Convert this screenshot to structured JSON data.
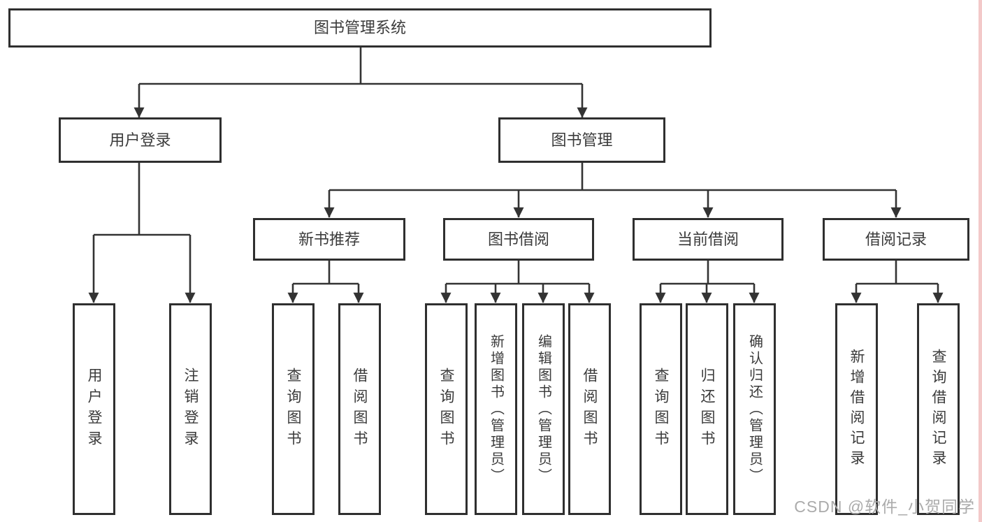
{
  "colors": {
    "line": "#333333",
    "box_border": "#2f2f2f",
    "box_background": "#ffffff",
    "text": "#3b3b3b",
    "watermark": "#ababab",
    "right_edge_strip": "#f3c9c9"
  },
  "watermark": {
    "text": "CSDN @软件_小贺同学"
  },
  "diagram": {
    "type": "tree",
    "root": {
      "label": "图书管理系统",
      "children": [
        {
          "label": "用户登录",
          "children": [
            {
              "label": "用户登录"
            },
            {
              "label": "注销登录"
            }
          ]
        },
        {
          "label": "图书管理",
          "children": [
            {
              "label": "新书推荐",
              "children": [
                {
                  "label": "查询图书"
                },
                {
                  "label": "借阅图书"
                }
              ]
            },
            {
              "label": "图书借阅",
              "children": [
                {
                  "label": "查询图书"
                },
                {
                  "label": "新增图书（管理员）"
                },
                {
                  "label": "编辑图书（管理员）"
                },
                {
                  "label": "借阅图书"
                }
              ]
            },
            {
              "label": "当前借阅",
              "children": [
                {
                  "label": "查询图书"
                },
                {
                  "label": "归还图书"
                },
                {
                  "label": "确认归还（管理员）"
                }
              ]
            },
            {
              "label": "借阅记录",
              "children": [
                {
                  "label": "新增借阅记录"
                },
                {
                  "label": "查询借阅记录"
                }
              ]
            }
          ]
        }
      ]
    }
  }
}
